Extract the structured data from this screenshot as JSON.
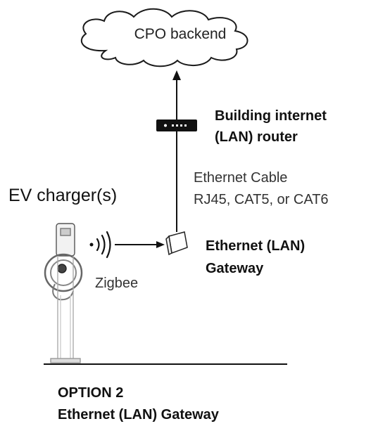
{
  "cloud": {
    "label": "CPO backend"
  },
  "router": {
    "line1": "Building internet",
    "line2": "(LAN) router"
  },
  "cable": {
    "line1": "Ethernet Cable",
    "line2": "RJ45, CAT5, or CAT6"
  },
  "charger": {
    "label": "EV charger(s)"
  },
  "gateway": {
    "line1": "Ethernet (LAN)",
    "line2": "Gateway"
  },
  "zigbee": {
    "label": "Zigbee"
  },
  "option": {
    "line1": "OPTION 2",
    "line2": "Ethernet (LAN) Gateway"
  },
  "icons": [
    "cloud-icon",
    "router-icon",
    "gateway-icon",
    "ev-charger-icon",
    "wireless-signal-icon"
  ]
}
